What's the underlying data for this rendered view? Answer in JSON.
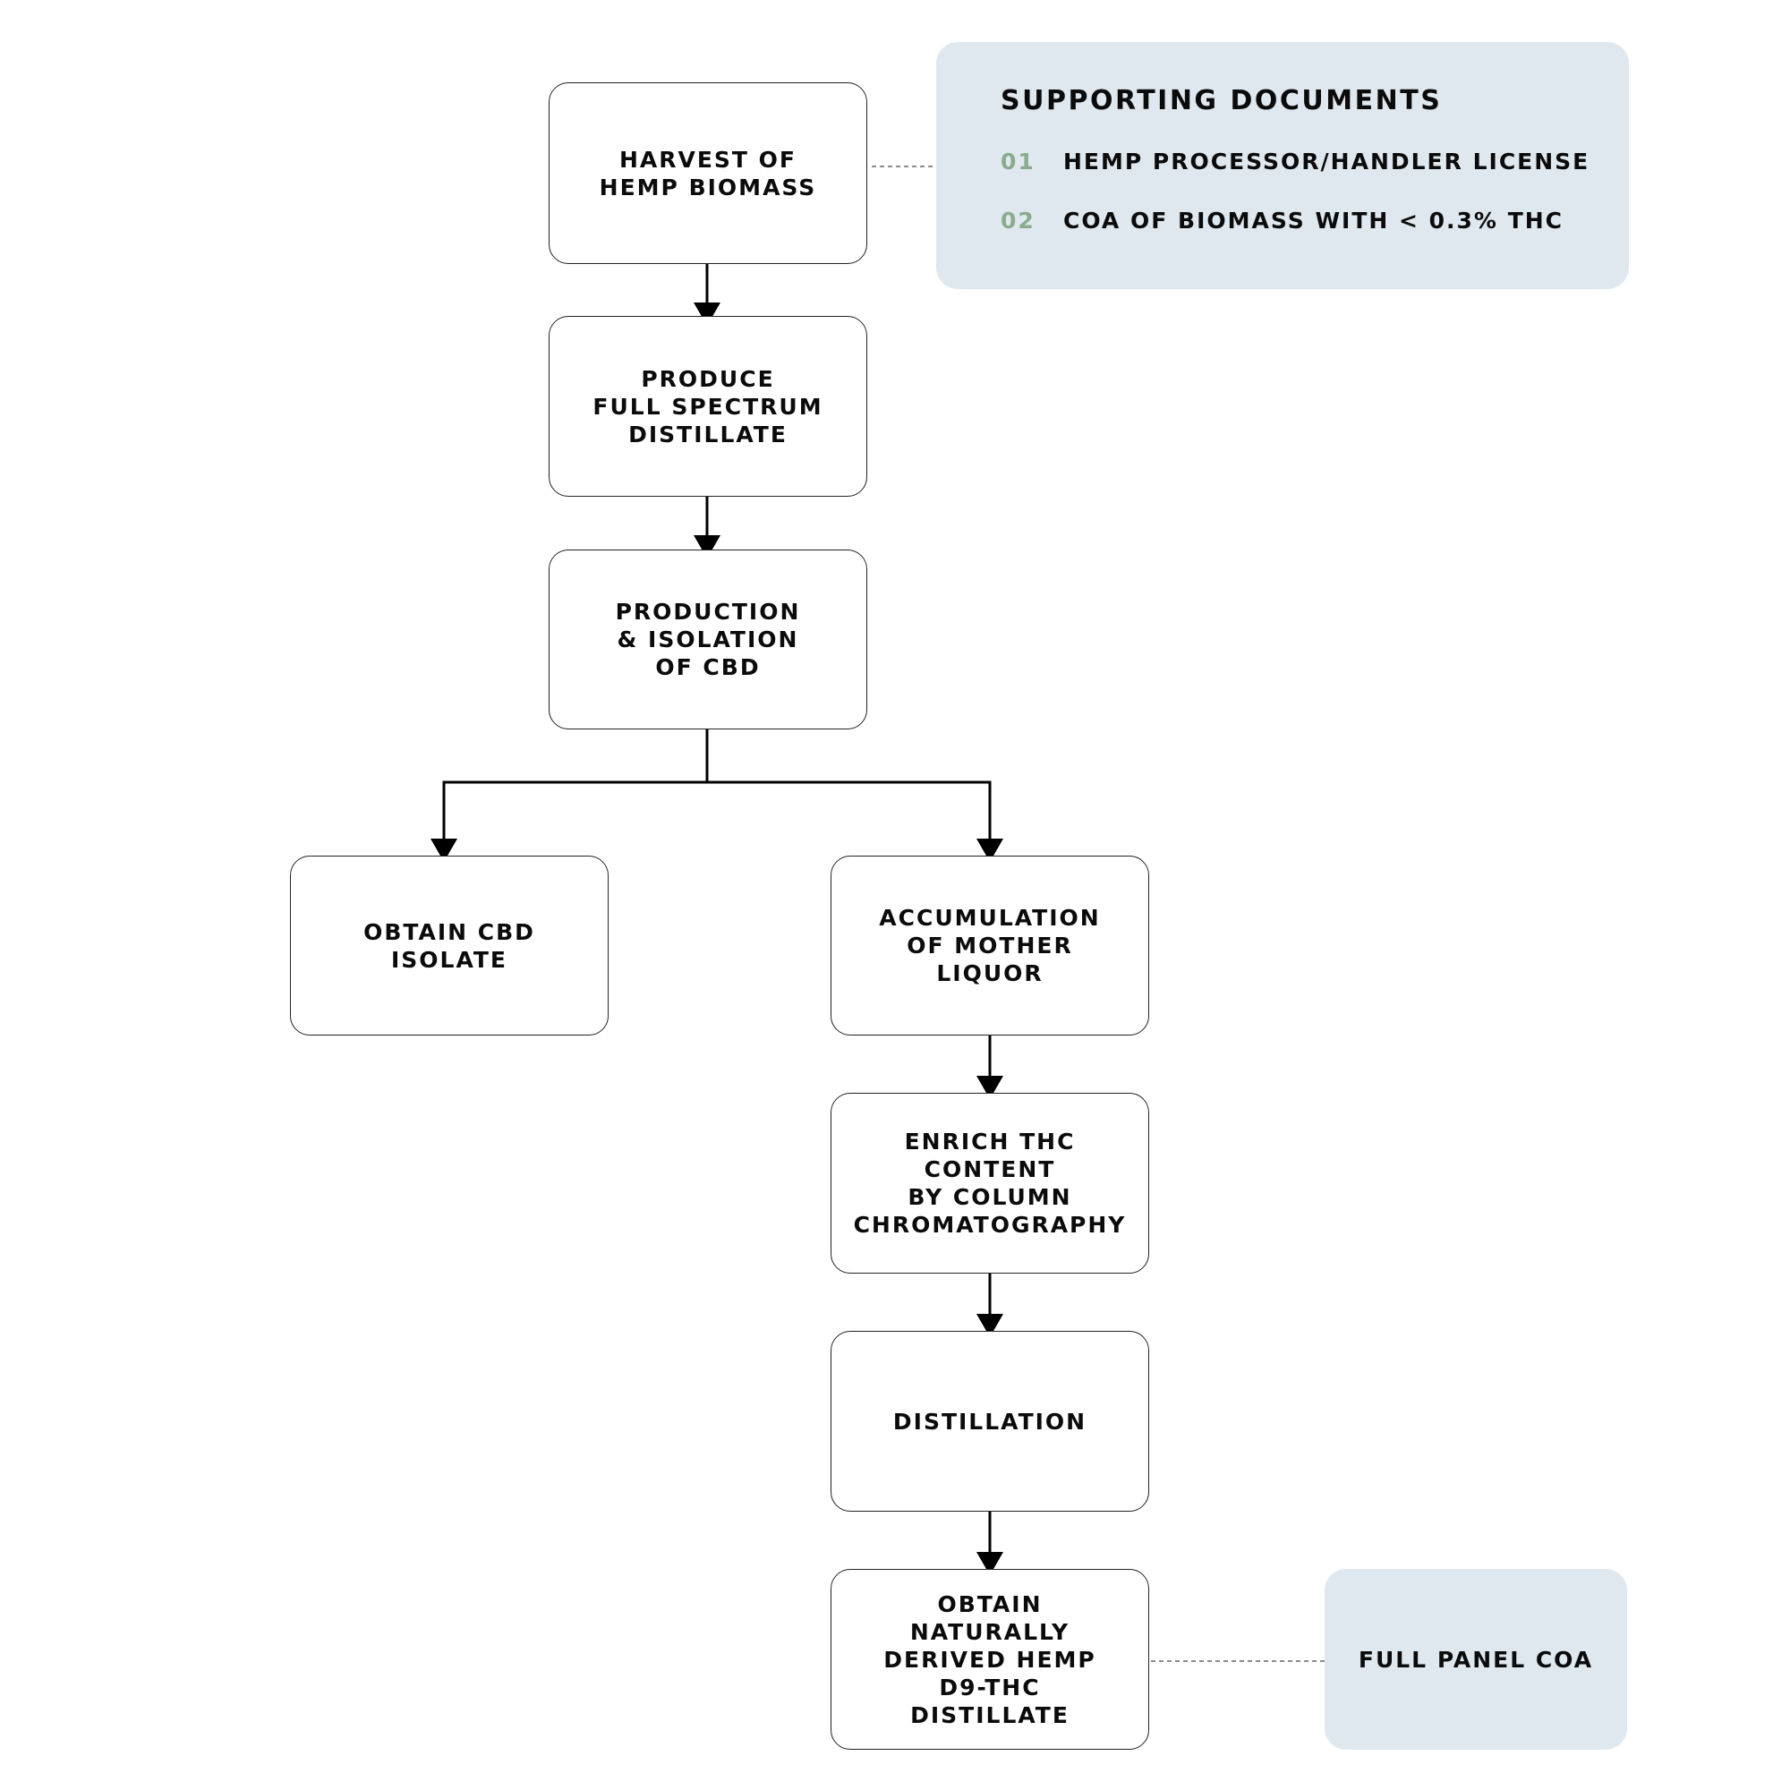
{
  "flow": {
    "steps": [
      {
        "id": "harvest",
        "label": "Harvest of\nHemp Biomass"
      },
      {
        "id": "produce",
        "label": "Produce\nFull Spectrum\nDistillate"
      },
      {
        "id": "isolation",
        "label": "Production\n& Isolation\nof CBD"
      },
      {
        "id": "obtain_cbd",
        "label": "Obtain CBD\nIsolate"
      },
      {
        "id": "mother_liquor",
        "label": "Accumulation\nof Mother\nLiquor"
      },
      {
        "id": "enrich",
        "label": "Enrich THC Content\nby Column\nChromatography"
      },
      {
        "id": "distillation",
        "label": "Distillation"
      },
      {
        "id": "final",
        "label": "Obtain\nNaturally\nDerived Hemp\nD9-THC\nDistillate"
      }
    ]
  },
  "supporting_documents": {
    "title": "Supporting Documents",
    "items": [
      {
        "number": "01",
        "label": "Hemp Processor/Handler License"
      },
      {
        "number": "02",
        "label": "COA of Biomass with < 0.3% THC"
      }
    ]
  },
  "final_document": {
    "label": "Full Panel COA"
  },
  "colors": {
    "panel_background": "#dfe8ef",
    "item_number": "#8bab8e",
    "box_border": "#222222",
    "arrow": "#000000",
    "dotted_connector": "#555555"
  }
}
